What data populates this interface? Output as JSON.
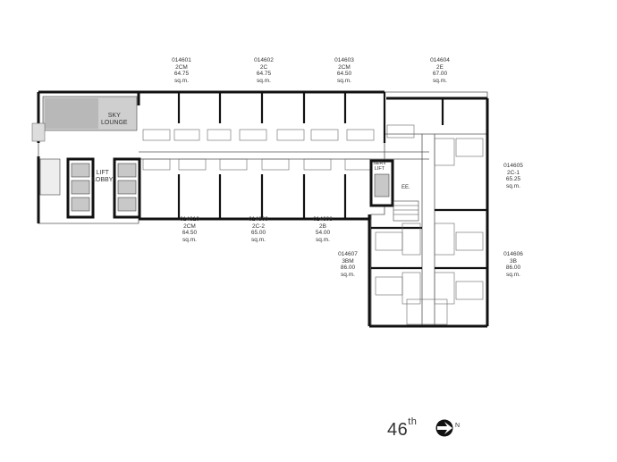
{
  "floor": {
    "number": "46",
    "suffix": "th"
  },
  "north_symbol": {
    "letter": "N"
  },
  "units": [
    {
      "id": "014601",
      "type": "2CM",
      "area": "64.75",
      "unit": "sq.m."
    },
    {
      "id": "014602",
      "type": "2C",
      "area": "64.75",
      "unit": "sq.m."
    },
    {
      "id": "014603",
      "type": "2CM",
      "area": "64.50",
      "unit": "sq.m."
    },
    {
      "id": "014604",
      "type": "2E",
      "area": "67.00",
      "unit": "sq.m."
    },
    {
      "id": "014605",
      "type": "2C-1",
      "area": "65.25",
      "unit": "sq.m."
    },
    {
      "id": "014606",
      "type": "3B",
      "area": "86.00",
      "unit": "sq.m."
    },
    {
      "id": "014607",
      "type": "3BM",
      "area": "86.00",
      "unit": "sq.m."
    },
    {
      "id": "014608",
      "type": "2B",
      "area": "54.00",
      "unit": "sq.m."
    },
    {
      "id": "014609",
      "type": "2C-2",
      "area": "65.00",
      "unit": "sq.m."
    },
    {
      "id": "014610",
      "type": "2CM",
      "area": "64.50",
      "unit": "sq.m."
    }
  ],
  "rooms": {
    "sky_lounge": [
      "SKY",
      "LOUNGE"
    ],
    "lift_lobby": [
      "LIFT",
      "LOBBY"
    ],
    "service_lift": [
      "SERV",
      "LIFT"
    ],
    "ee": "EE."
  },
  "colors": {
    "wall": "#111111",
    "line": "#444444",
    "fill": "#d8d8d8"
  }
}
